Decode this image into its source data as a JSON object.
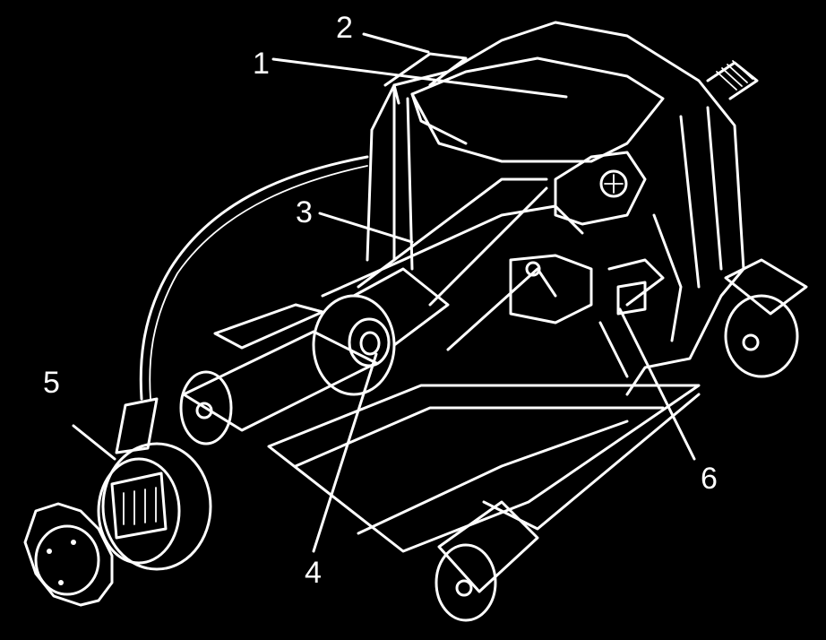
{
  "labels": {
    "l1": "1",
    "l2": "2",
    "l3": "3",
    "l4": "4",
    "l5": "5",
    "l6": "6"
  },
  "colors": {
    "background": "#000000",
    "line": "#ffffff"
  }
}
